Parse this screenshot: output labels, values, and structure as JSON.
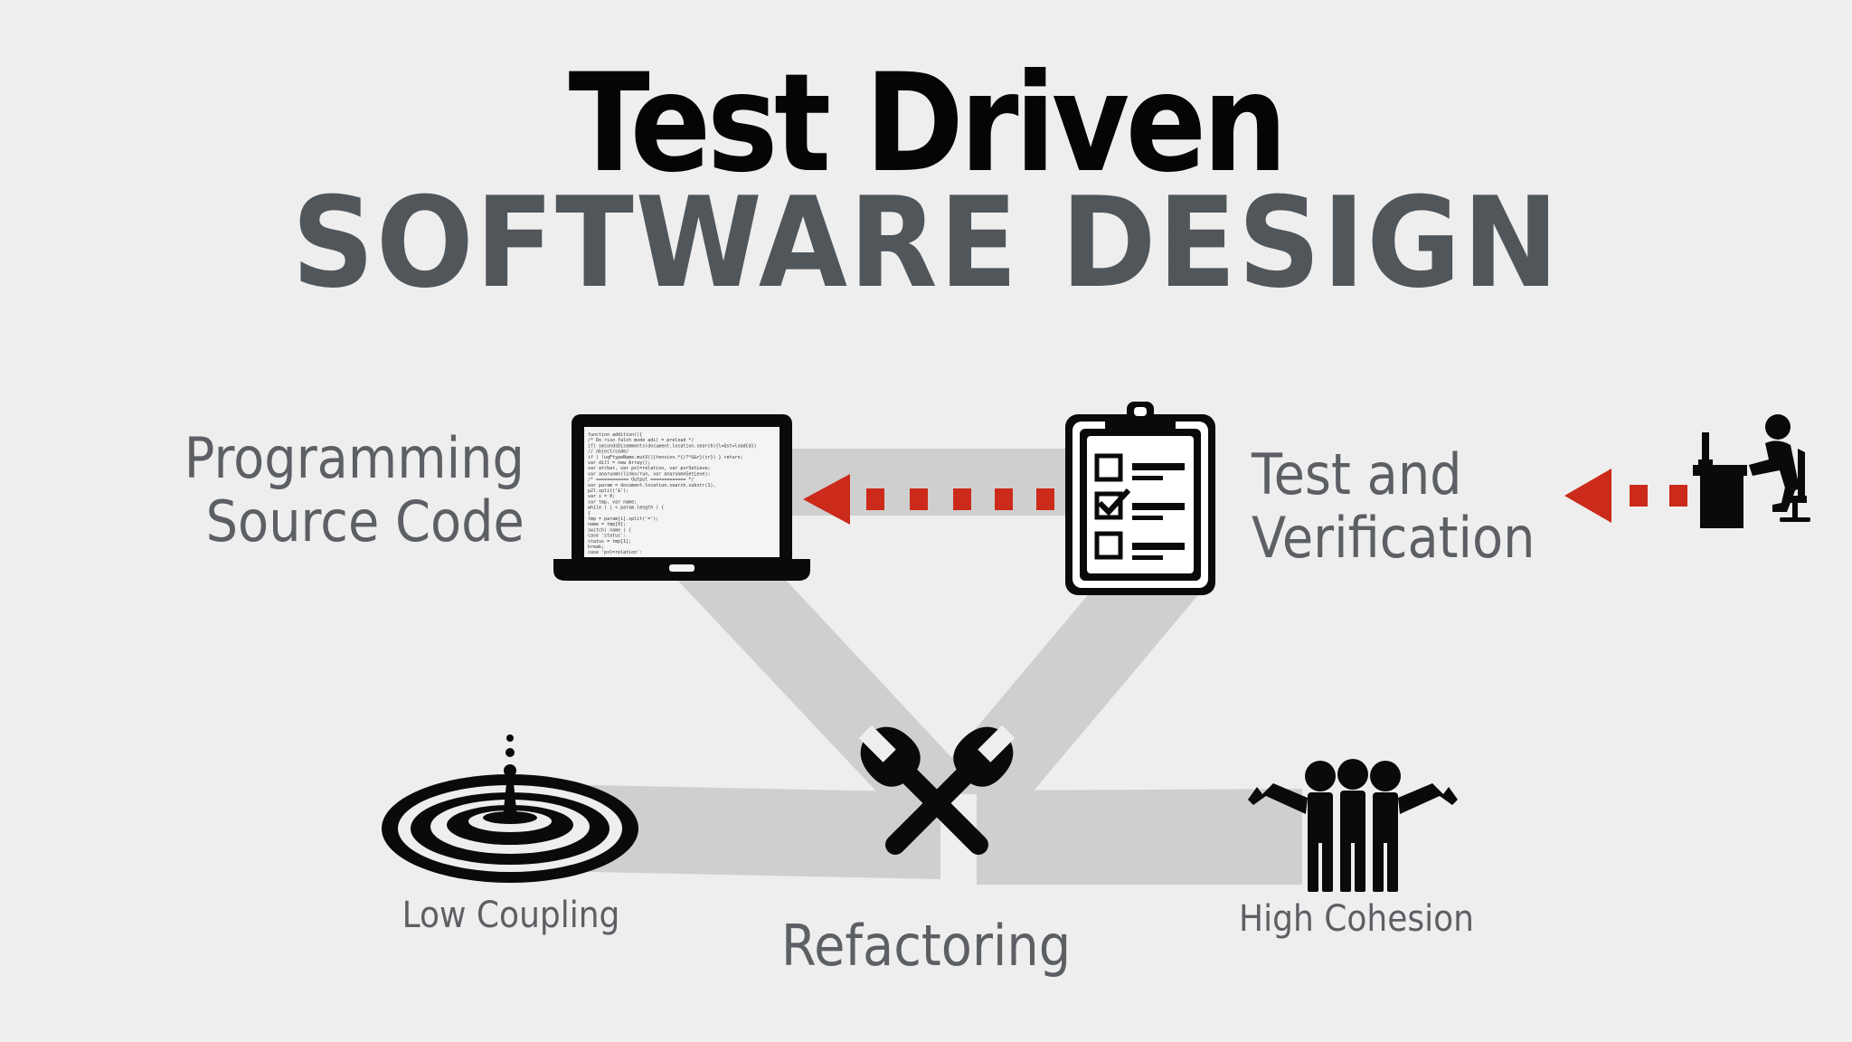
{
  "title": {
    "line1": "Test Driven",
    "line2": "SOFTWARE DESIGN"
  },
  "nodes": {
    "programming": {
      "line1": "Programming",
      "line2": "Source Code",
      "icon": "laptop-icon"
    },
    "test": {
      "line1": "Test and",
      "line2": "Verification",
      "icon": "clipboard-checklist-icon"
    },
    "refactoring": {
      "label": "Refactoring",
      "icon": "crossed-wrenches-icon"
    },
    "low_coupling": {
      "label": "Low Coupling",
      "icon": "water-drop-ripple-icon"
    },
    "high_cohesion": {
      "label": "High Cohesion",
      "icon": "group-of-people-icon"
    },
    "user": {
      "icon": "person-at-desk-icon"
    }
  },
  "colors": {
    "background": "#eeeeee",
    "title_primary": "#050505",
    "title_secondary": "#51565b",
    "label_text": "#5c5f63",
    "band": "#cfcfcf",
    "arrow": "#cc2a1a",
    "icon": "#0a0a0a"
  },
  "code_lines": [
    "function addition(){",
    "   /* Do riso falch mode adi) = preload */",
    "   if( secondsDisemments(document.location.search){l=Qst=loadCd})",
    "   // object/code/",
    "   if ( !uqFtypeName.mutX(){tension.*{/?*&&r}(cr}) } return;",
    "   var dill = new Array();",
    "   var atrbar, var pxl=relation, var pvrSetLeve;",
    "   var anaruomn(linko/run, var anaruomnSetLeve);",
    "/* ============ Output ============= */",
    "   var param = document.location.search.substr(1),",
    "   p2l.split('&');",
    "   var i = 0;",
    "   var tmp, var name;",
    "   while ( i < param.length ) {",
    "      {",
    "      tmp = param[i].split('=');",
    "      name = tmp[0];",
    "      switch( name ) {",
    "         case 'status':",
    "         status = tmp[1];",
    "         break;",
    "         case 'pxl=relation':"
  ]
}
